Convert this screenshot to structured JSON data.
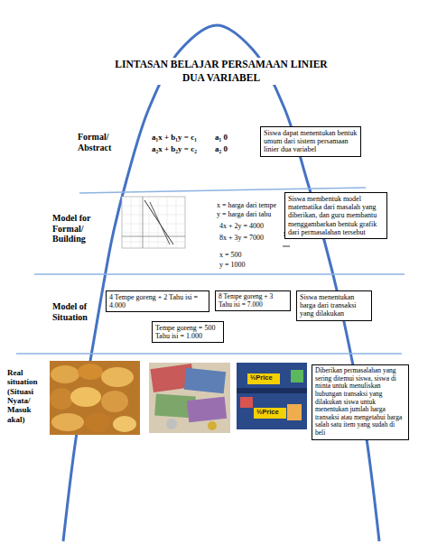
{
  "diagram": {
    "title": "LINTASAN BELAJAR PERSAMAAN LINIER DUA VARIABEL",
    "nodes": [
      {
        "text": [
          "Siswa dapat menentukan bentuk umum dari sistem persamaan linier dua variabel"
        ]
      },
      {
        "text": [
          "Siswa membentuk model matematika dari masalah yang diberikan, dan guru membantu menggambarkan bentuk grafik dari permasalahan tersebut"
        ]
      },
      {
        "text": [
          "4 Tempe goreng + 2 Tahu isi = 4.000"
        ]
      },
      {
        "text": [
          "8 Tempe goreng + 3 Tahu isi = 7.000"
        ]
      },
      {
        "text": [
          "Siswa menentukan harga dari transaksi yang dilakukan"
        ]
      },
      {
        "text": [
          "Tempe goreng = 500 Tahu isi = 1.000"
        ]
      },
      {
        "text": [
          "Diberikan permasalahan yang sering ditemui siswa, siswa di minta untuk menuliskan hubungan transaksi yang dilakukan siswa untuk menentukan jumlah harga transaksi atau mengetahui harga salah satu item yang sudah di beli"
        ]
      }
    ],
    "labels": [
      "Formal/ Abstract",
      "a₁x + b₁y = c₁",
      "a₁ 0",
      "a₂x + b₂y = c₂",
      "a₂ 0",
      "Model for Formal/ Building",
      "x = harga dari tempe",
      "y = harga dari tahu",
      "4x + 2y = 4000",
      "8x + 3y = 7000",
      "x = 500",
      "y = 1000",
      "Model of Situation",
      "Real situation (Situasi Nyata/ Masuk akal)",
      "½Price",
      "½Price"
    ]
  }
}
